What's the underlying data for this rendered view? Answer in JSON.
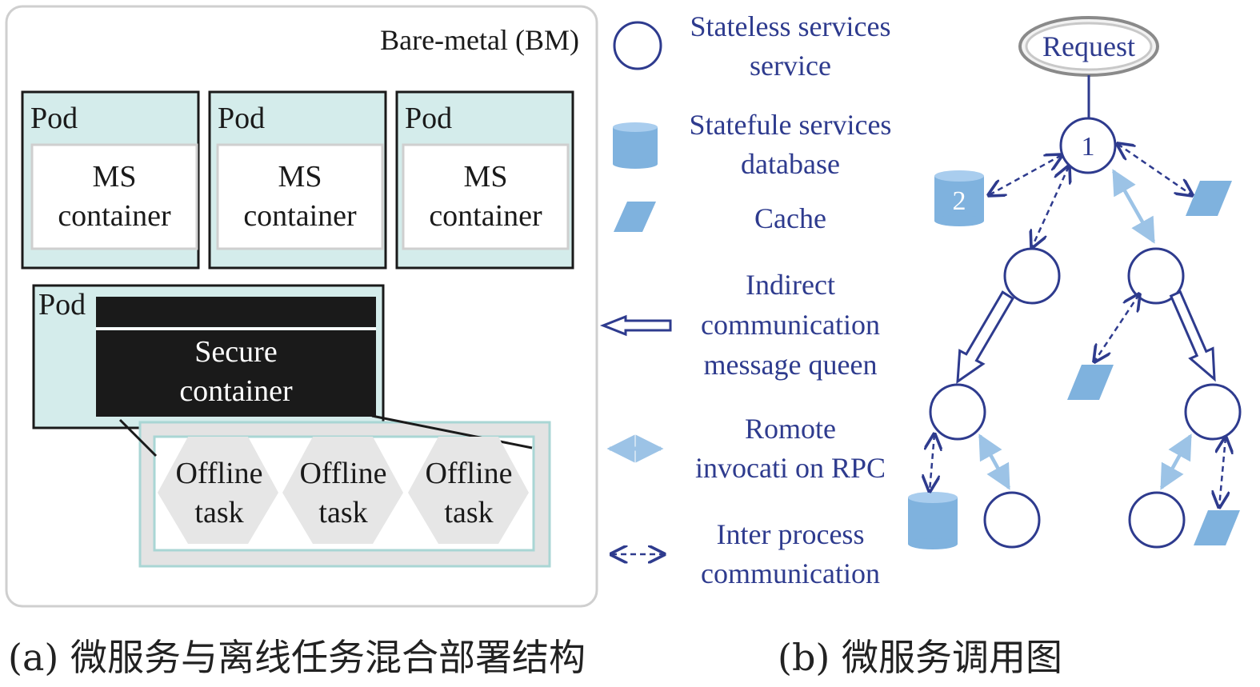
{
  "panel_a": {
    "title": "Bare-metal (BM)",
    "pods": [
      {
        "label": "Pod",
        "container": [
          "MS",
          "container"
        ]
      },
      {
        "label": "Pod",
        "container": [
          "MS",
          "container"
        ]
      },
      {
        "label": "Pod",
        "container": [
          "MS",
          "container"
        ]
      }
    ],
    "secure_pod": {
      "label": "Pod",
      "container": [
        "Secure",
        "container"
      ]
    },
    "offline_tasks": [
      [
        "Offline",
        "task"
      ],
      [
        "Offline",
        "task"
      ],
      [
        "Offline",
        "task"
      ]
    ],
    "caption": "(a) 微服务与离线任务混合部署结构"
  },
  "legend": [
    {
      "icon": "circle-icon",
      "lines": [
        "Stateless services",
        "service"
      ]
    },
    {
      "icon": "database-icon",
      "lines": [
        "Statefule services",
        "database"
      ]
    },
    {
      "icon": "cache-icon",
      "lines": [
        "Cache"
      ]
    },
    {
      "icon": "hollow-arrow-icon",
      "lines": [
        "Indirect",
        "communication",
        "message queen"
      ]
    },
    {
      "icon": "rpc-arrow-icon",
      "lines": [
        "Romote",
        "invocati on RPC"
      ]
    },
    {
      "icon": "dashed-arrow-icon",
      "lines": [
        "Inter process",
        "communication"
      ]
    }
  ],
  "panel_b": {
    "request_label": "Request",
    "node1_label": "1",
    "database_label": "2",
    "caption": "(b) 微服务调用图"
  },
  "colors": {
    "pod_fill": "#d4eceb",
    "service_blue": "#2e3b8e",
    "store_blue": "#7fb2de",
    "rpc_blue": "#9cc3e6",
    "secure_black": "#1a1a1a",
    "offline_gray": "#e6e6e6"
  }
}
